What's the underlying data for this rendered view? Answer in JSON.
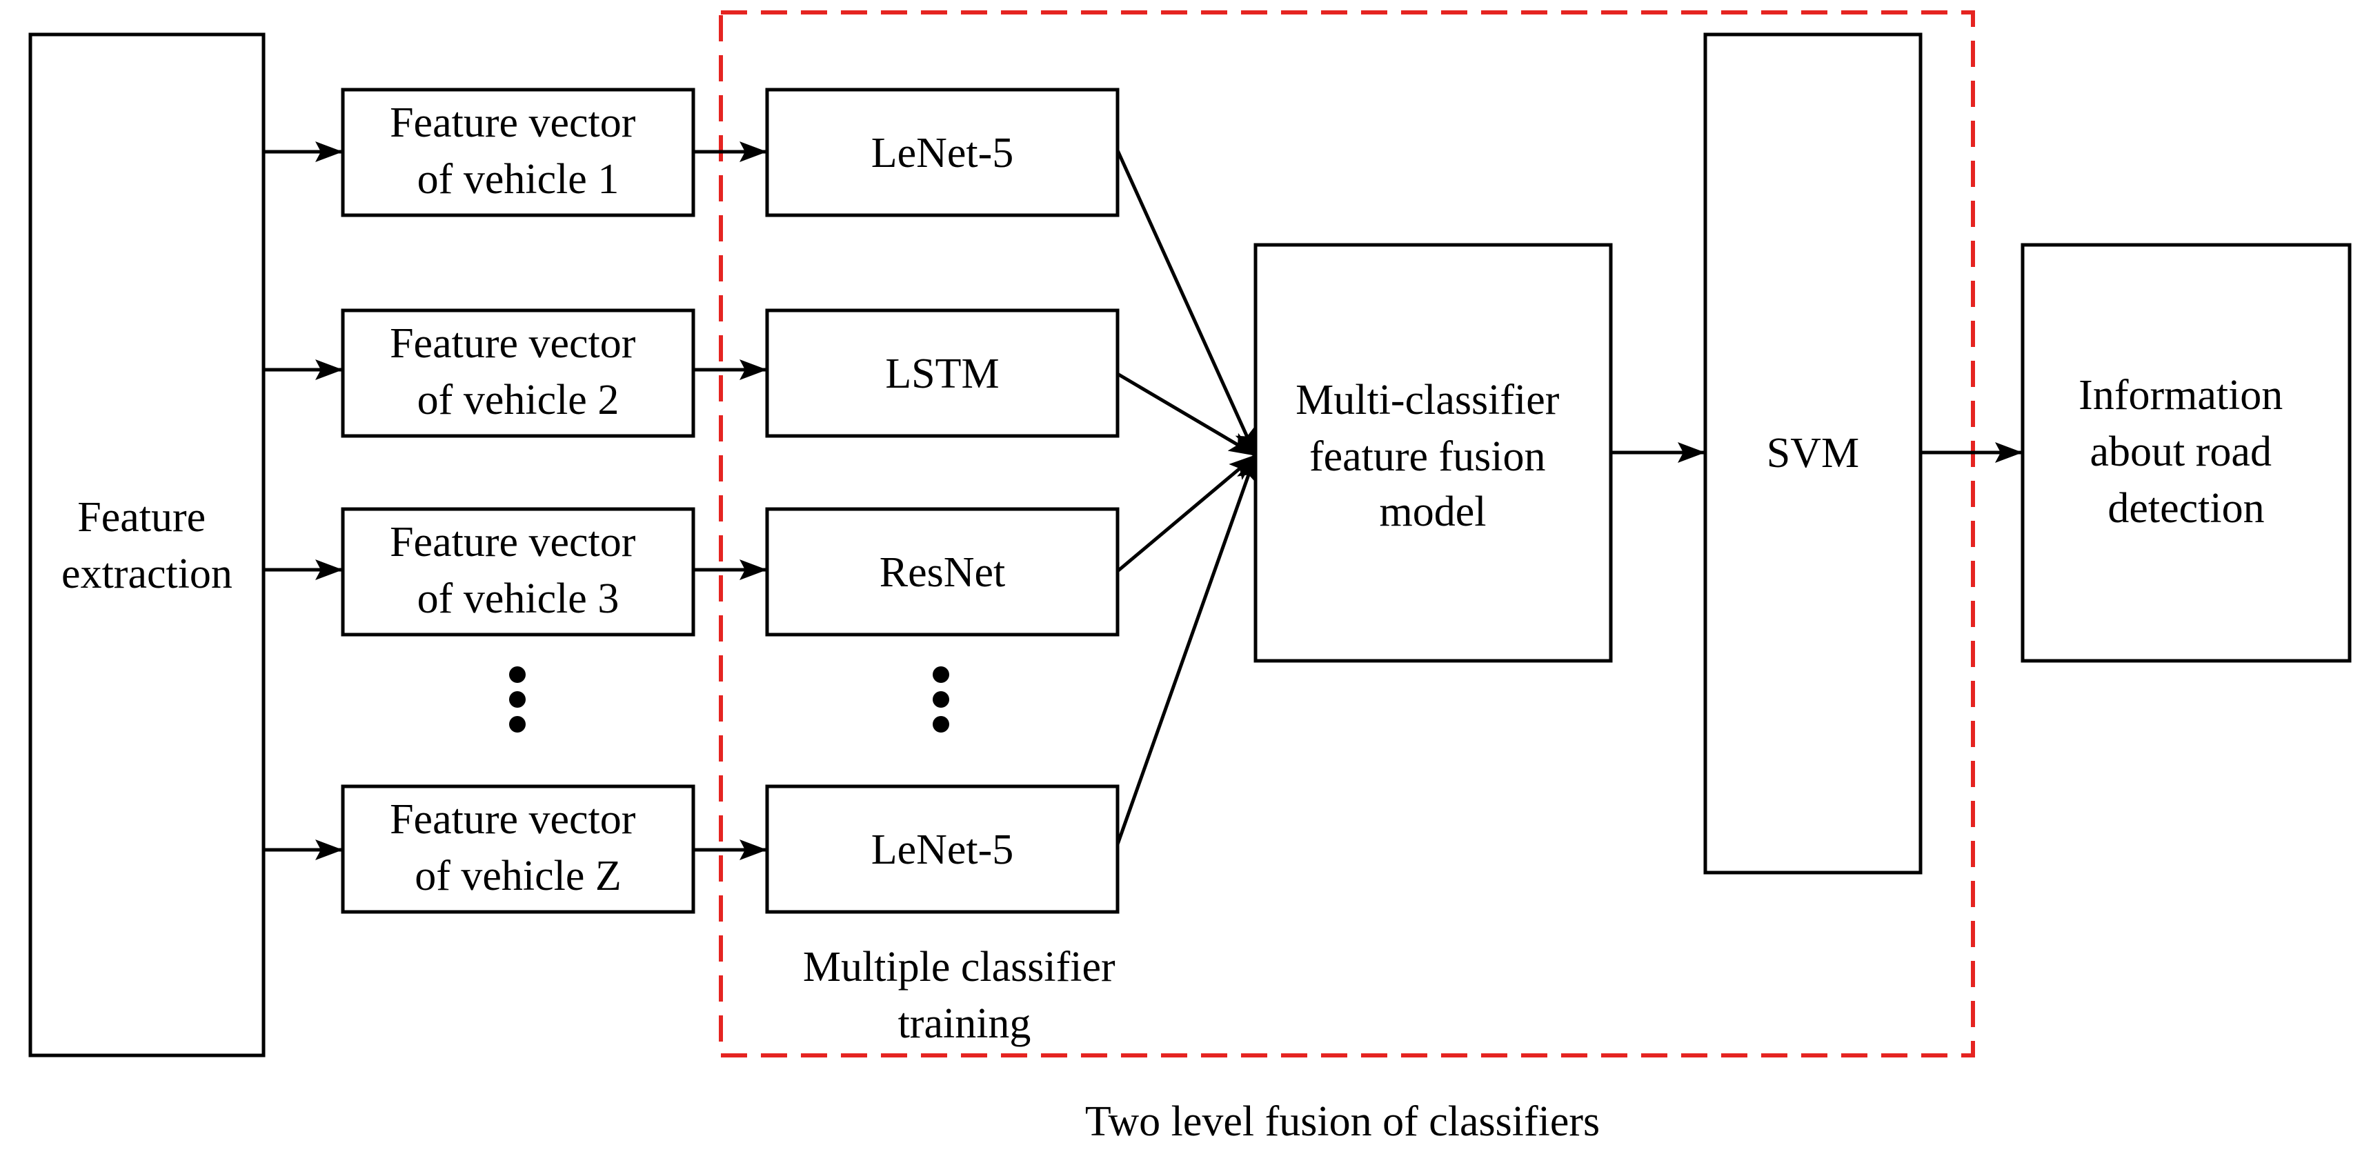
{
  "diagram": {
    "region_color": "#e52421",
    "line_color": "#000000",
    "feature_extraction": [
      "Feature",
      "extraction"
    ],
    "vectors": [
      [
        "Feature vector",
        "of vehicle 1"
      ],
      [
        "Feature vector",
        "of vehicle 2"
      ],
      [
        "Feature vector",
        "of vehicle 3"
      ],
      [
        "Feature vector",
        "of vehicle Z"
      ]
    ],
    "classifiers": [
      "LeNet-5",
      "LSTM",
      "ResNet",
      "LeNet-5"
    ],
    "fusion_model": [
      "Multi-classifier",
      "feature fusion",
      "model"
    ],
    "svm": "SVM",
    "output": [
      "Information",
      "about road",
      "detection"
    ],
    "region_caption": [
      "Multiple classifier",
      "training"
    ],
    "figure_caption": "Two level fusion of classifiers"
  }
}
